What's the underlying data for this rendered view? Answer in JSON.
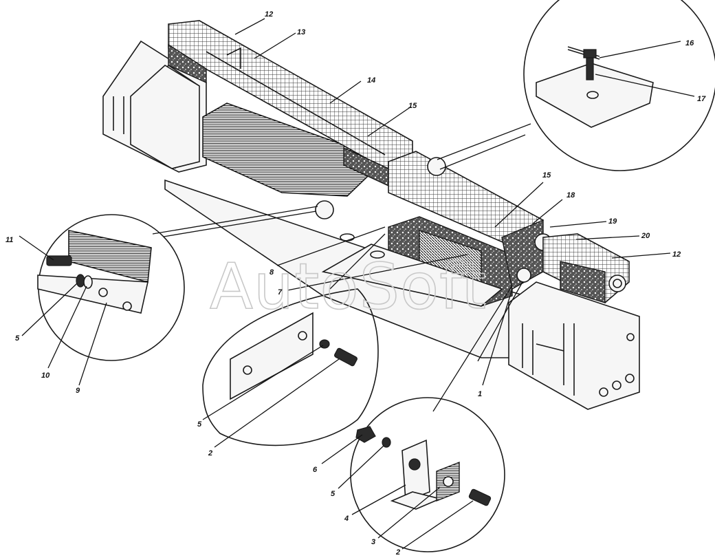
{
  "diagram": {
    "watermark": "AutoSoft",
    "callouts": [
      {
        "key": "c12a",
        "text": "12"
      },
      {
        "key": "c13",
        "text": "13"
      },
      {
        "key": "c14",
        "text": "14"
      },
      {
        "key": "c15a",
        "text": "15"
      },
      {
        "key": "c16",
        "text": "16"
      },
      {
        "key": "c17",
        "text": "17"
      },
      {
        "key": "c15b",
        "text": "15"
      },
      {
        "key": "c18",
        "text": "18"
      },
      {
        "key": "c19",
        "text": "19"
      },
      {
        "key": "c20",
        "text": "20"
      },
      {
        "key": "c12b",
        "text": "12"
      },
      {
        "key": "c11",
        "text": "11"
      },
      {
        "key": "c8",
        "text": "8"
      },
      {
        "key": "c7",
        "text": "7"
      },
      {
        "key": "c5a",
        "text": "5"
      },
      {
        "key": "c10",
        "text": "10"
      },
      {
        "key": "c9",
        "text": "9"
      },
      {
        "key": "c1",
        "text": "1"
      },
      {
        "key": "c5b",
        "text": "5"
      },
      {
        "key": "c2a",
        "text": "2"
      },
      {
        "key": "c6",
        "text": "6"
      },
      {
        "key": "c5c",
        "text": "5"
      },
      {
        "key": "c4",
        "text": "4"
      },
      {
        "key": "c3",
        "text": "3"
      },
      {
        "key": "c2b",
        "text": "2"
      }
    ]
  }
}
